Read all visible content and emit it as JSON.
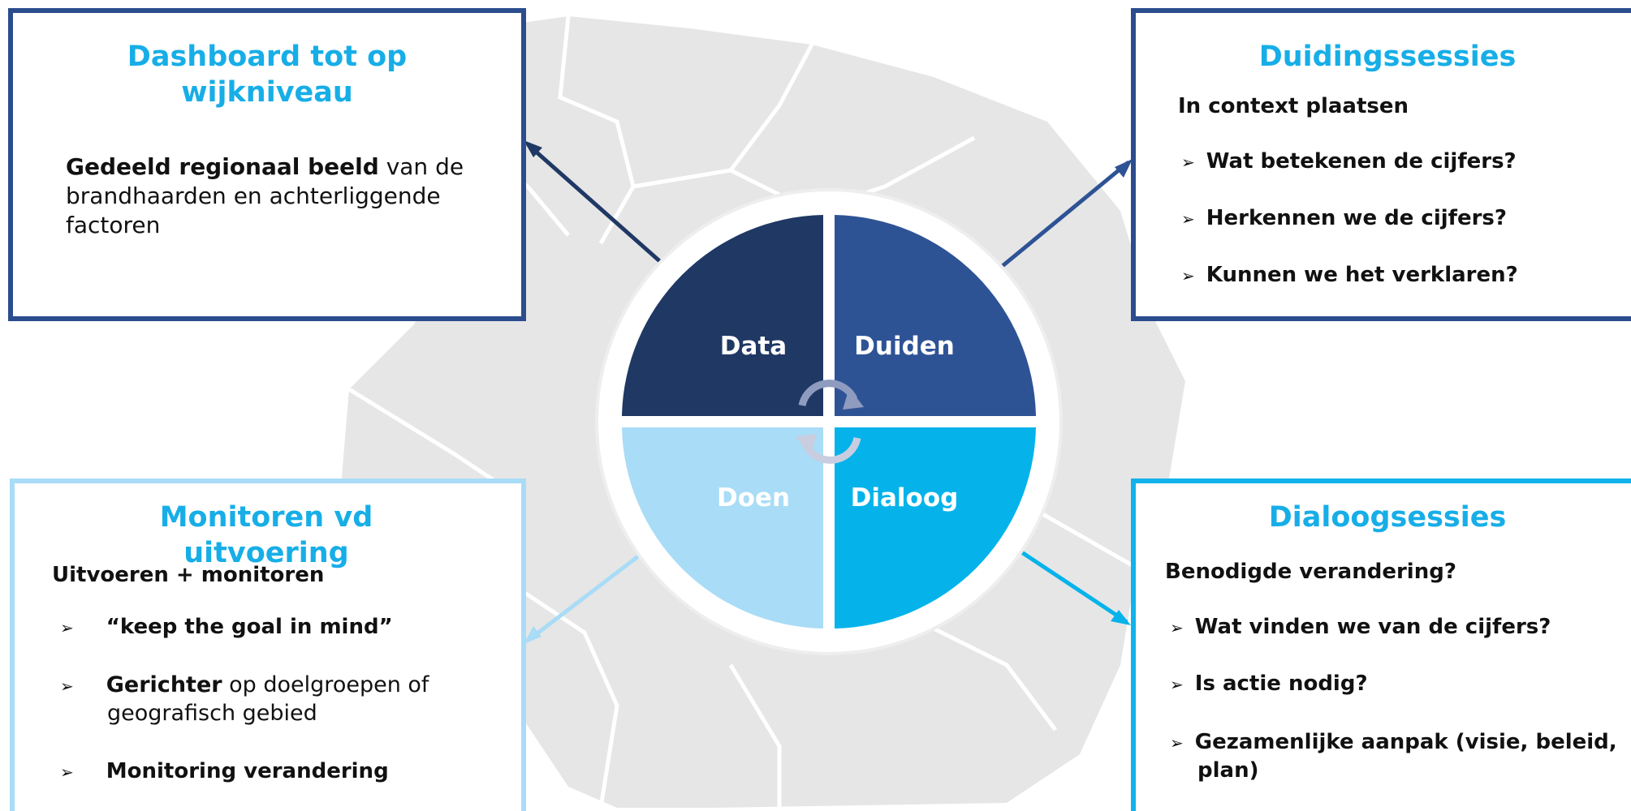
{
  "boxes": {
    "dashboard": {
      "title_line1": "Dashboard tot op",
      "title_line2": "wijkniveau",
      "body_bold": "Gedeeld regionaal beeld",
      "body_rest1": " van de",
      "body_line2": "brandhaarden en achterliggende",
      "body_line3": "factoren"
    },
    "duiding": {
      "title": "Duidingssessies",
      "subtitle": "In context plaatsen",
      "items": [
        "Wat betekenen de cijfers?",
        "Herkennen we de cijfers?",
        "Kunnen we het verklaren?"
      ]
    },
    "monitor": {
      "title_line1": "Monitoren vd",
      "title_line2": "uitvoering",
      "subtitle": "Uitvoeren + monitoren",
      "item1": "“keep the goal in mind”",
      "item2_bold": "Gerichter",
      "item2_rest": " op doelgroepen of",
      "item2_line2": "geografisch gebied",
      "item3": "Monitoring verandering"
    },
    "dialoog": {
      "title": "Dialoogsessies",
      "subtitle": "Benodigde verandering?",
      "items": [
        "Wat vinden we van de cijfers?",
        "Is actie nodig?",
        "Gezamenlijke aanpak (visie, beleid,"
      ],
      "item3_line2": "plan)"
    }
  },
  "cycle": {
    "quadrants": [
      "Data",
      "Duiden",
      "Doen",
      "Dialoog"
    ]
  },
  "bullet_symbol": "➢",
  "colors": {
    "title": "#17aee7",
    "data": "#1f3864",
    "duiden": "#2e5395",
    "doen": "#a9dcf6",
    "dialoog": "#05b3ea"
  }
}
